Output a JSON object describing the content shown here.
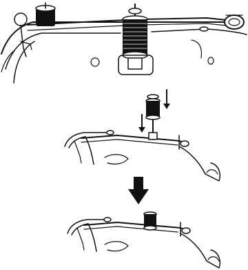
{
  "figure": {
    "panels": [
      {
        "id": "top",
        "caption": ""
      },
      {
        "id": "middle",
        "caption": ""
      },
      {
        "id": "bottom",
        "caption": ""
      }
    ],
    "colors": {
      "ink": "#111111",
      "paper": "#ffffff",
      "spool": "#111111"
    },
    "icons": {
      "arrow_small": "arrow-down-icon",
      "arrow_large": "arrow-down-bold-icon"
    }
  }
}
